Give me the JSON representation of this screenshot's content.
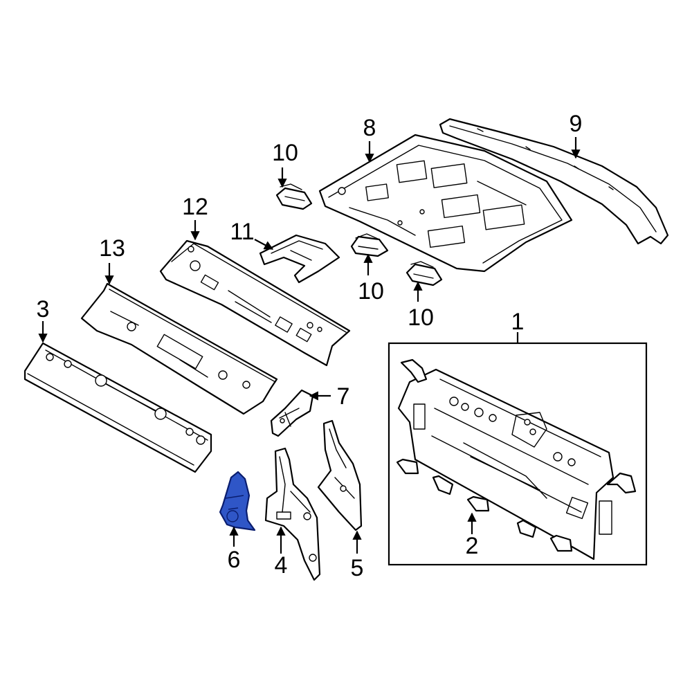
{
  "callouts": {
    "c1": "1",
    "c2": "2",
    "c3": "3",
    "c4": "4",
    "c5": "5",
    "c6": "6",
    "c7": "7",
    "c8": "8",
    "c9": "9",
    "c10a": "10",
    "c10b": "10",
    "c10c": "10",
    "c11": "11",
    "c12": "12",
    "c13": "13"
  },
  "colors": {
    "highlight_part": "#2f56c7",
    "outline": "#000000",
    "background": "#ffffff"
  },
  "highlighted_part": "6"
}
